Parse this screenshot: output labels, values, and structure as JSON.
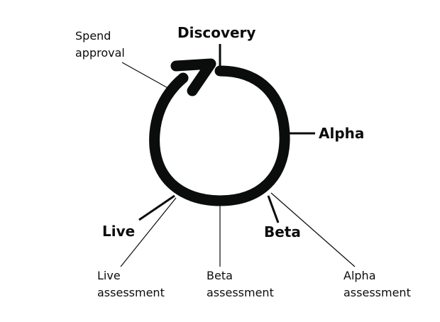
{
  "diagram": {
    "phases": {
      "discovery": "Discovery",
      "alpha": "Alpha",
      "beta": "Beta",
      "live": "Live"
    },
    "gates": {
      "spend_approval": [
        "Spend",
        "approval"
      ],
      "live_assessment": [
        "Live",
        "assessment"
      ],
      "beta_assessment": [
        "Beta",
        "assessment"
      ],
      "alpha_assessment": [
        "Alpha",
        "assessment"
      ]
    },
    "colors": {
      "stroke": "#0b0c0c",
      "text": "#0b0c0c",
      "background": "#ffffff"
    }
  }
}
